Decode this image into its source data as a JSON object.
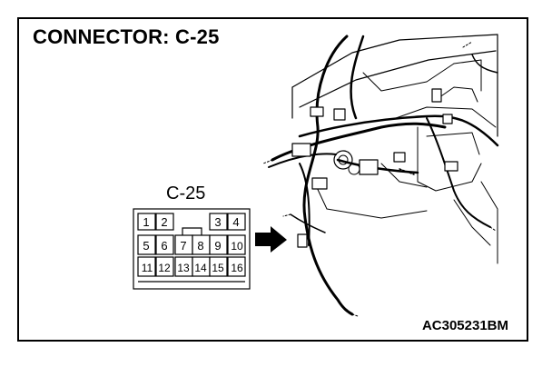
{
  "title": "CONNECTOR: C-25",
  "connector_label": "C-25",
  "figure_code": "AC305231BM",
  "pins_top": [
    "1",
    "2",
    "3",
    "4"
  ],
  "pins_middle": [
    "5",
    "6",
    "7",
    "8",
    "9",
    "10"
  ],
  "pins_bottom": [
    "11",
    "12",
    "13",
    "14",
    "15",
    "16"
  ]
}
